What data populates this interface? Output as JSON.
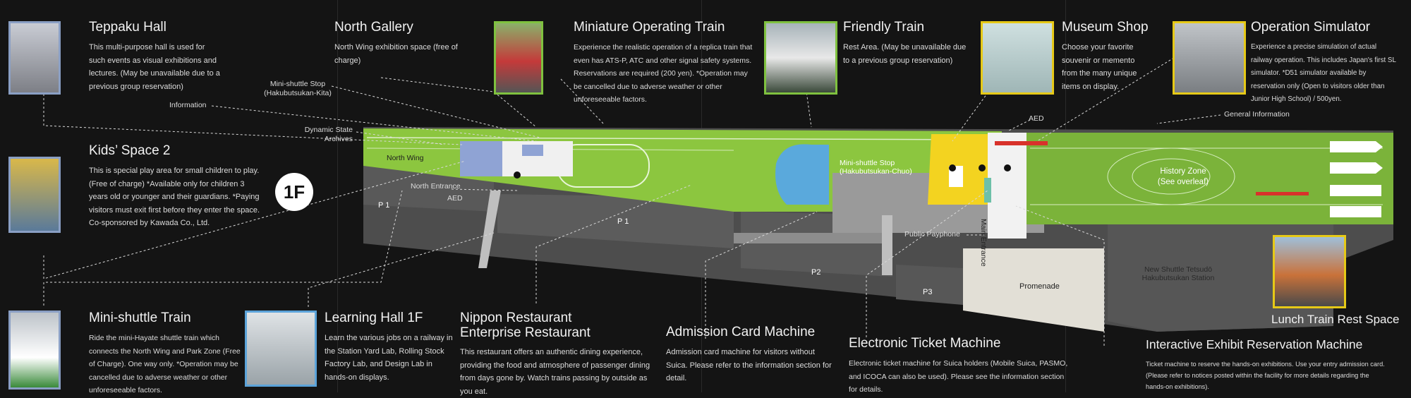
{
  "floor_badge": "1F",
  "panels": {
    "teppaku": {
      "title": "Teppaku Hall",
      "body": "This multi-purpose hall is used for such events as visual exhibitions and lectures. (May be unavailable due to a previous group reservation)"
    },
    "kids": {
      "title": "Kids’ Space 2",
      "body": "This is special play area for small children to play. (Free of charge) *Available only for children 3 years old or younger and their guardians. *Paying visitors must exit first before they enter the space. Co-sponsored by Kawada Co., Ltd."
    },
    "minishuttle": {
      "title": "Mini-shuttle Train",
      "body": "Ride the mini-Hayate shuttle train which connects the North Wing and Park Zone (Free of Charge). One way only. *Operation may be cancelled due to adverse weather or other unforeseeable factors."
    },
    "north_gallery": {
      "title": "North Gallery",
      "body": "North Wing exhibition space (free of charge)"
    },
    "learning_hall": {
      "title": "Learning Hall 1F",
      "body": "Learn the various jobs on a railway in the Station Yard Lab, Rolling Stock Factory Lab, and Design Lab in hands-on displays."
    },
    "miniature": {
      "title": "Miniature Operating Train",
      "body": "Experience the realistic operation of a replica train that even has ATS-P, ATC and other signal safety systems. Reservations are required (200 yen). *Operation may be cancelled due to adverse weather or other unforeseeable factors."
    },
    "nippon": {
      "title": "Nippon Restaurant Enterprise Restaurant",
      "body": "This restaurant offers an authentic dining experience, providing the food and atmosphere of passenger dining from days gone by. Watch trains passing by outside as you eat."
    },
    "friendly": {
      "title": "Friendly Train",
      "body": "Rest Area. (May be unavailable due to a previous group reservation)"
    },
    "admission": {
      "title": "Admission Card Machine",
      "body": "Admission card machine for visitors without Suica. Please refer to the information section for detail."
    },
    "museum_shop": {
      "title": "Museum Shop",
      "body": "Choose your favorite souvenir or memento from the many unique items on display."
    },
    "eticket": {
      "title": "Electronic Ticket Machine",
      "body": "Electronic ticket machine for Suica holders (Mobile Suica, PASMO, and ICOCA can also be used). Please see the information section for details."
    },
    "simulator": {
      "title": "Operation Simulator",
      "body": "Experience a precise simulation of actual railway operation. This includes Japan's first SL simulator. *D51 simulator available by reservation only (Open to visitors older than Junior High School) / 500yen."
    },
    "lunch_train": {
      "title": "Lunch Train Rest Space"
    },
    "reservation": {
      "title": "Interactive Exhibit Reservation Machine",
      "body": "Ticket machine to reserve the hands-on exhibitions. Use your entry admission card. (Please refer to notices posted within the facility for more details regarding the hands-on exhibitions)."
    }
  },
  "callouts": {
    "mini_stop_kita": "Mini-shuttle Stop (Hakubutsukan-Kita)",
    "information": "Information",
    "dynamic_state": "Dynamic State Archives",
    "aed_top": "AED",
    "general_info": "General Information",
    "north_wing": "North Wing",
    "north_entrance": "North Entrance",
    "aed_left": "AED",
    "public_payphone": "Public Payphone"
  },
  "map_labels": {
    "p1_left": "P 1",
    "p1_center": "P 1",
    "p2": "P2",
    "p3": "P3",
    "mini_stop_chuo": "Mini-shuttle Stop (Hakubutsukan-Chuo)",
    "history_zone": "History Zone (See overleaf)",
    "main_entrance": "Main Entrance",
    "promenade": "Promenade",
    "new_shuttle": "New Shuttle Tetsudō Hakubutsukan Station"
  },
  "colors": {
    "grass": "#8cc63f",
    "plaza": "#9a9a9a",
    "parking": "#555555",
    "yellow": "#f3d320",
    "blue": "#5aa9dc",
    "lavender": "#8fa3d4",
    "red": "#d8322b"
  }
}
